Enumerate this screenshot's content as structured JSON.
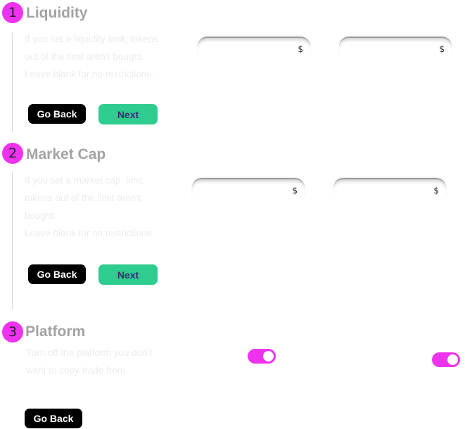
{
  "colors": {
    "accent": "#ee33ee",
    "next_button": "#2ecc8f",
    "back_button": "#000000",
    "title": "#a3a3a3"
  },
  "steps": [
    {
      "number": "1",
      "title": "Liquidity",
      "description": [
        "If you set a liquidity limit, tokens",
        "out of the limit aren’t bought.",
        "Leave blank for no restrictions."
      ],
      "fields": [
        {
          "value": "",
          "currency": "$"
        },
        {
          "value": "",
          "currency": "$"
        }
      ],
      "back_label": "Go Back",
      "next_label": "Next"
    },
    {
      "number": "2",
      "title": "Market Cap",
      "description": [
        "If you set a market cap. limit,",
        "tokens out of the limit aren’t",
        "bought.",
        "Leave blank for no restrictions."
      ],
      "fields": [
        {
          "value": "",
          "currency": "$"
        },
        {
          "value": "",
          "currency": "$"
        }
      ],
      "back_label": "Go Back",
      "next_label": "Next"
    },
    {
      "number": "3",
      "title": "Platform",
      "description": [
        "Turn off the platform you don’t",
        "want to copy trade from."
      ],
      "toggles": [
        {
          "on": true
        },
        {
          "on": true
        }
      ],
      "back_label": "Go Back"
    }
  ]
}
